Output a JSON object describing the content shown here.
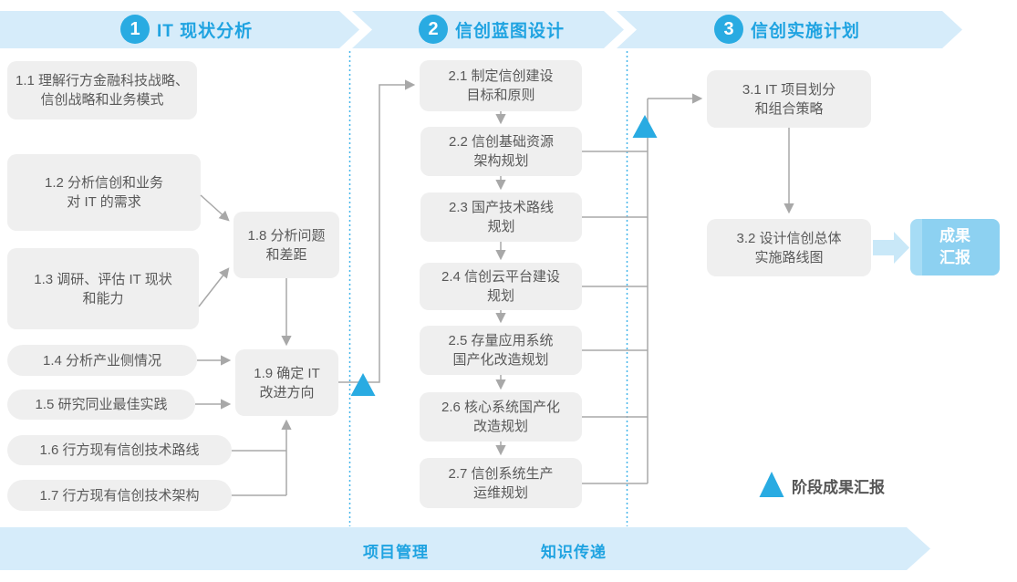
{
  "phases": [
    {
      "number": "1",
      "title": "IT 现状分析"
    },
    {
      "number": "2",
      "title": "信创蓝图设计"
    },
    {
      "number": "3",
      "title": "信创实施计划"
    }
  ],
  "phase1": {
    "boxes": [
      {
        "label": "1.1 理解行方金融科技战略、\n信创战略和业务模式"
      },
      {
        "label": "1.2 分析信创和业务\n对 IT 的需求"
      },
      {
        "label": "1.3 调研、评估 IT 现状\n和能力"
      },
      {
        "label": "1.4 分析产业侧情况"
      },
      {
        "label": "1.5 研究同业最佳实践"
      },
      {
        "label": "1.6 行方现有信创技术路线"
      },
      {
        "label": "1.7 行方现有信创技术架构"
      },
      {
        "label": "1.8 分析问题\n和差距"
      },
      {
        "label": "1.9 确定 IT\n改进方向"
      }
    ]
  },
  "phase2": {
    "boxes": [
      {
        "label": "2.1 制定信创建设\n目标和原则"
      },
      {
        "label": "2.2 信创基础资源\n架构规划"
      },
      {
        "label": "2.3 国产技术路线\n规划"
      },
      {
        "label": "2.4 信创云平台建设\n规划"
      },
      {
        "label": "2.5 存量应用系统\n国产化改造规划"
      },
      {
        "label": "2.6 核心系统国产化\n改造规划"
      },
      {
        "label": "2.7 信创系统生产\n运维规划"
      }
    ]
  },
  "phase3": {
    "boxes": [
      {
        "label": "3.1 IT 项目划分\n和组合策略"
      },
      {
        "label": "3.2 设计信创总体\n实施路线图"
      }
    ],
    "result_label": "成果\n汇报"
  },
  "legend": {
    "label": "阶段成果汇报"
  },
  "bottom_banner": {
    "items": [
      "项目管理",
      "知识传递"
    ]
  },
  "colors": {
    "banner_bg": "#d6ecfa",
    "accent_blue": "#29abe2",
    "banner_text": "#1fa3e1",
    "box_bg": "#efefef",
    "box_text": "#595959",
    "line_gray": "#a8a8a8",
    "dotted_line": "#45b6ea",
    "result_box_bg": "#8dd1f1",
    "thick_arrow": "#c9e8f8"
  }
}
